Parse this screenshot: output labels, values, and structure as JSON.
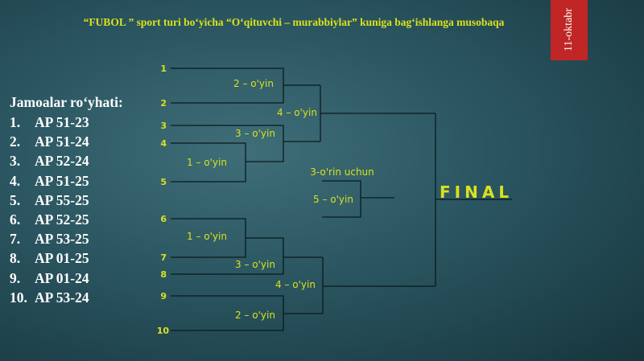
{
  "header": {
    "title": "“FUBOL ” sport turi bo‘yicha “O‘qituvchi – murabbiylar” kuniga bag‘ishlanga musobaqa",
    "date_tab": "11-oktabr",
    "date_tab_color": "#c02626"
  },
  "teams": {
    "heading": "Jamoalar ro‘yhati:",
    "items": [
      {
        "num": "1.",
        "name": "AP 51-23"
      },
      {
        "num": "2.",
        "name": "AP 51-24"
      },
      {
        "num": "3.",
        "name": "AP 52-24"
      },
      {
        "num": "4.",
        "name": "AP 51-25"
      },
      {
        "num": "5.",
        "name": "AP 55-25"
      },
      {
        "num": "6.",
        "name": "AP 52-25"
      },
      {
        "num": "7.",
        "name": "AP 53-25"
      },
      {
        "num": "8.",
        "name": "AP 01-25"
      },
      {
        "num": "9.",
        "name": "AP 01-24"
      },
      {
        "num": "10.",
        "name": "AP 53-24"
      }
    ]
  },
  "bracket": {
    "seeds": [
      "1",
      "2",
      "3",
      "4",
      "5",
      "6",
      "7",
      "8",
      "9",
      "10"
    ],
    "matches": {
      "top_m2": "2 – o'yin",
      "top_m4": "4 – o'yin",
      "top_m3": "3 – o'yin",
      "top_m1": "1 – o'yin",
      "third_place": "3-o'rin uchun",
      "third_m5": "5 – o'yin",
      "bot_m1": "1 – o'yin",
      "bot_m3": "3 – o'yin",
      "bot_m4": "4 – o'yin",
      "bot_m2": "2 – o'yin"
    },
    "final": "FINAL"
  },
  "colors": {
    "accent": "#d9e21d",
    "background": "#2a5560",
    "lines": "#0b1a1e"
  }
}
